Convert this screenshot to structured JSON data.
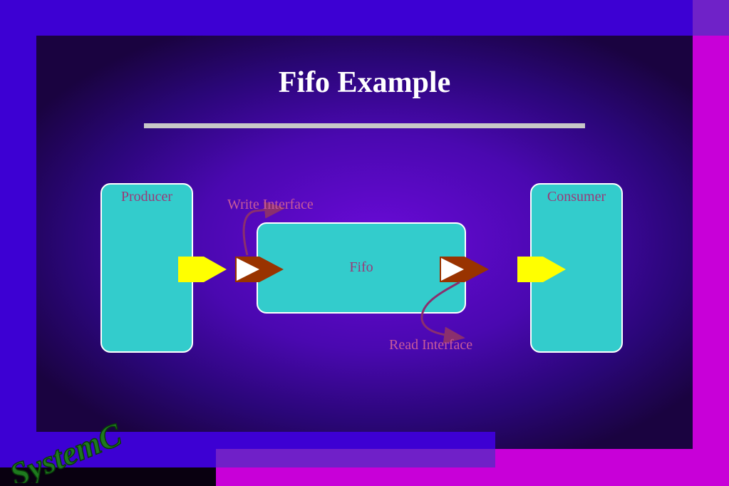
{
  "slide": {
    "title": "Fifo Example"
  },
  "diagram": {
    "producer_label": "Producer",
    "fifo_label": "Fifo",
    "consumer_label": "Consumer",
    "write_interface_label": "Write Interface",
    "read_interface_label": "Read Interface"
  },
  "logo": {
    "text": "SystemC"
  },
  "colors": {
    "background_blue": "#3d00d3",
    "accent_magenta": "#c800d8",
    "box_fill": "#33cccc",
    "port_yellow": "#ffff00",
    "interface_brown": "#993300",
    "label_text": "#c75a9a",
    "title_text": "#ffffff"
  }
}
